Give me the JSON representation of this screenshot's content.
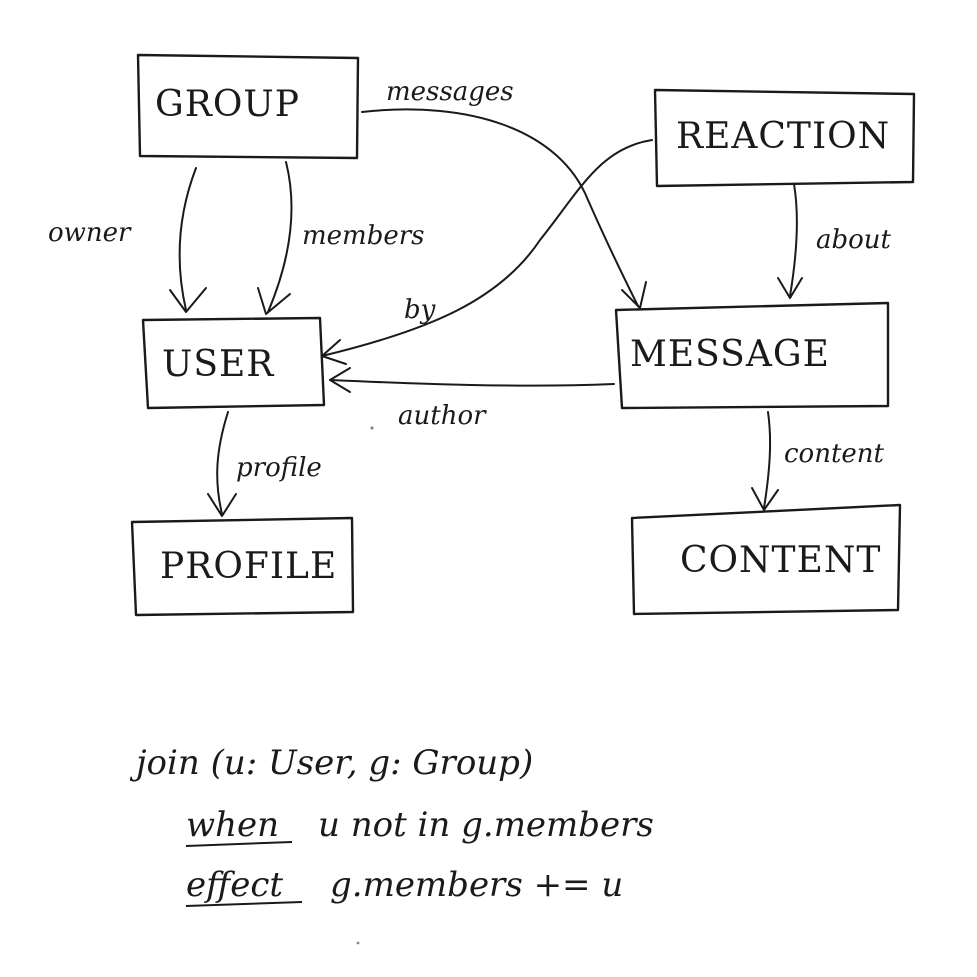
{
  "nodes": {
    "group": "GROUP",
    "reaction": "REACTION",
    "user": "USER",
    "message": "MESSAGE",
    "profile": "PROFILE",
    "content": "CONTENT"
  },
  "edges": {
    "owner": "owner",
    "members": "members",
    "messages": "messages",
    "by": "by",
    "about": "about",
    "author": "author",
    "profile": "profile",
    "content": "content"
  },
  "action": {
    "signature": "join (u: User, g: Group)",
    "when_keyword": "when",
    "when_clause": "u not in g.members",
    "effect_keyword": "effect",
    "effect_clause": "g.members += u"
  }
}
